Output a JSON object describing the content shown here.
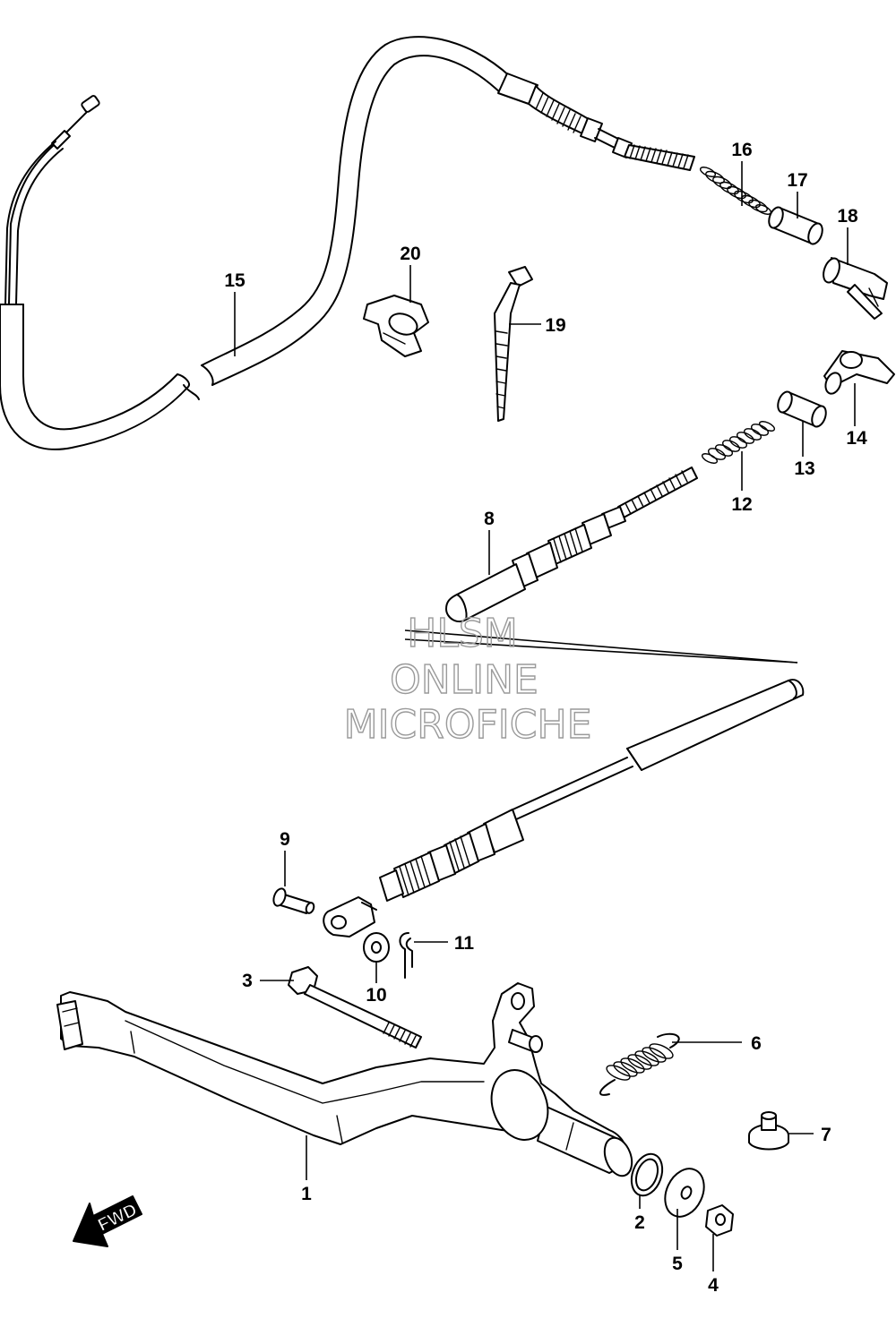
{
  "watermark": {
    "line1": "HLSM",
    "line2": "ONLINE",
    "line3": "MICROFICHE"
  },
  "direction_badge": {
    "label": "FWD"
  },
  "callouts": [
    {
      "id": "1",
      "label": "1"
    },
    {
      "id": "2",
      "label": "2"
    },
    {
      "id": "3",
      "label": "3"
    },
    {
      "id": "4",
      "label": "4"
    },
    {
      "id": "5",
      "label": "5"
    },
    {
      "id": "6",
      "label": "6"
    },
    {
      "id": "7",
      "label": "7"
    },
    {
      "id": "8",
      "label": "8"
    },
    {
      "id": "9",
      "label": "9"
    },
    {
      "id": "10",
      "label": "10"
    },
    {
      "id": "11",
      "label": "11"
    },
    {
      "id": "12",
      "label": "12"
    },
    {
      "id": "13",
      "label": "13"
    },
    {
      "id": "14",
      "label": "14"
    },
    {
      "id": "15",
      "label": "15"
    },
    {
      "id": "16",
      "label": "16"
    },
    {
      "id": "17",
      "label": "17"
    },
    {
      "id": "18",
      "label": "18"
    },
    {
      "id": "19",
      "label": "19"
    },
    {
      "id": "20",
      "label": "20"
    }
  ]
}
